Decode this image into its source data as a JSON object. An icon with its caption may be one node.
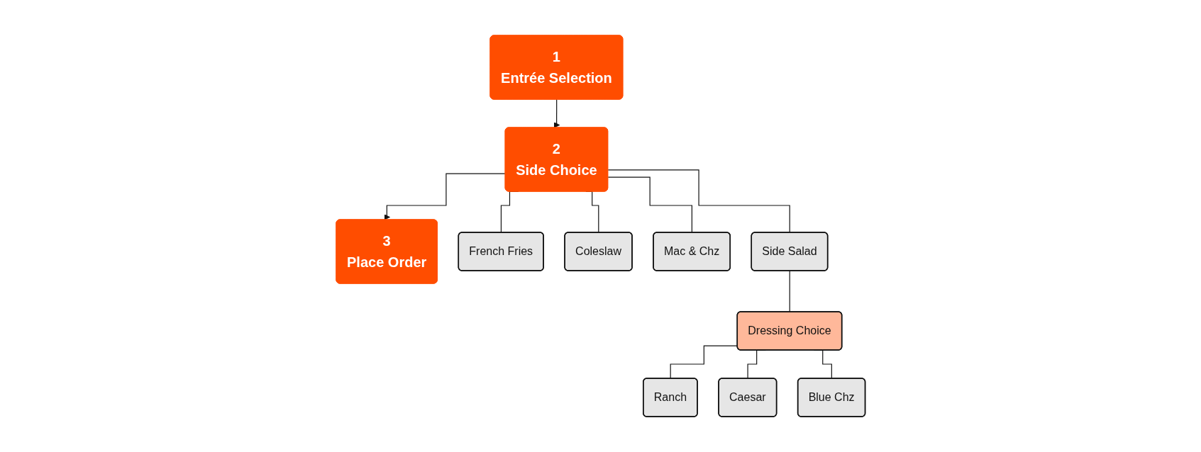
{
  "diagram": {
    "nodes": [
      {
        "text": [
          "1",
          "Entrée Selection"
        ]
      },
      {
        "text": [
          "2",
          "Side Choice"
        ]
      },
      {
        "text": [
          "3",
          "Place Order"
        ]
      },
      {
        "text": [
          "French Fries"
        ]
      },
      {
        "text": [
          "Coleslaw"
        ]
      },
      {
        "text": [
          "Mac & Chz"
        ]
      },
      {
        "text": [
          "Side Salad"
        ]
      },
      {
        "text": [
          "Dressing Choice"
        ]
      },
      {
        "text": [
          "Ranch"
        ]
      },
      {
        "text": [
          "Caesar"
        ]
      },
      {
        "text": [
          "Blue Chz"
        ]
      }
    ],
    "edges": [
      {
        "from": 0,
        "to": 1,
        "arrow": "to"
      },
      {
        "from": 1,
        "to": 2,
        "arrow": "to"
      },
      {
        "from": 1,
        "to": 3,
        "arrow": "none"
      },
      {
        "from": 1,
        "to": 4,
        "arrow": "none"
      },
      {
        "from": 1,
        "to": 5,
        "arrow": "none"
      },
      {
        "from": 1,
        "to": 6,
        "arrow": "none"
      },
      {
        "from": 6,
        "to": 7,
        "arrow": "none"
      },
      {
        "from": 7,
        "to": 8,
        "arrow": "none"
      },
      {
        "from": 7,
        "to": 9,
        "arrow": "none"
      },
      {
        "from": 7,
        "to": 10,
        "arrow": "none"
      }
    ]
  }
}
